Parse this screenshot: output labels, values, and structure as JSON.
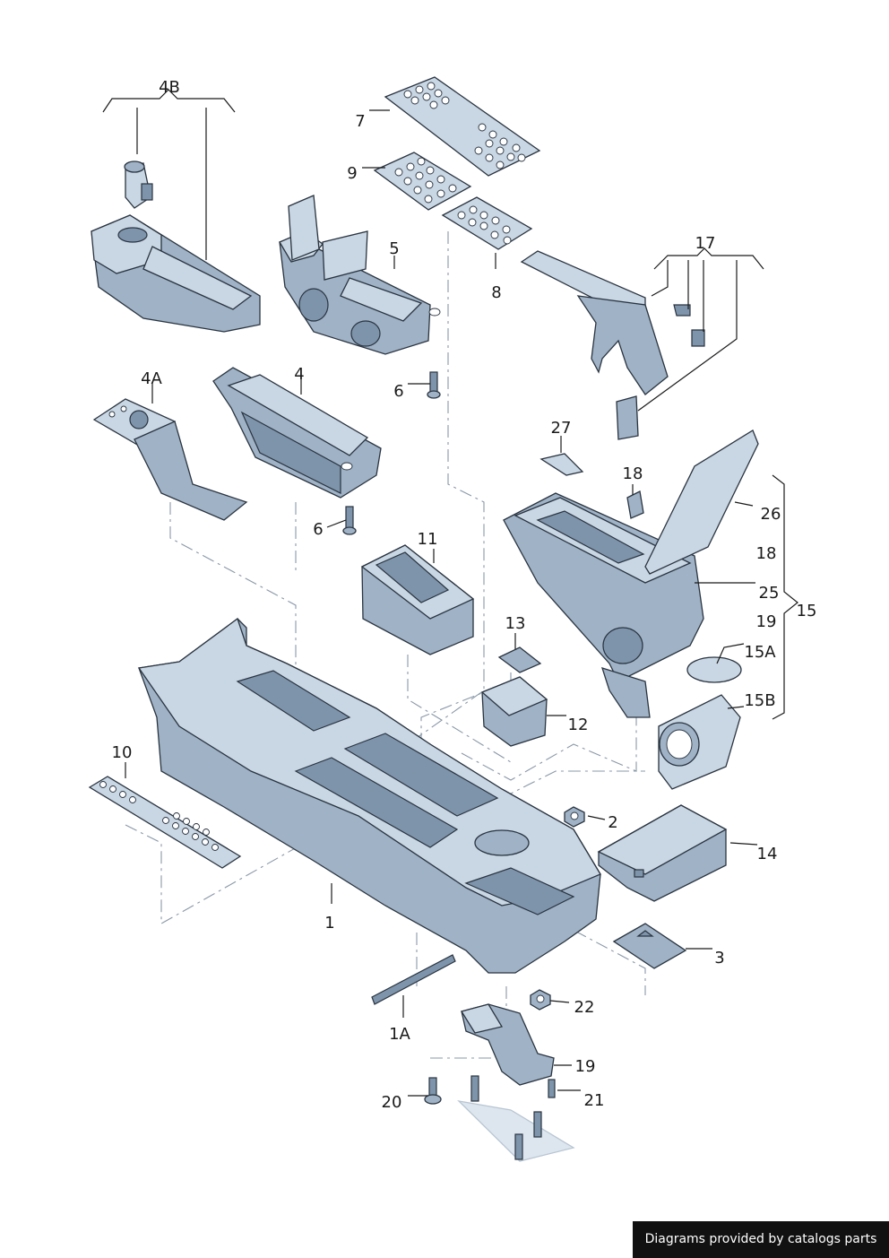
{
  "diagram": {
    "labels": {
      "l1": "1",
      "l1A": "1A",
      "l2": "2",
      "l3": "3",
      "l4": "4",
      "l4A": "4A",
      "l4B": "4B",
      "l5": "5",
      "l6a": "6",
      "l6b": "6",
      "l7": "7",
      "l8": "8",
      "l9": "9",
      "l10": "10",
      "l11": "11",
      "l12": "12",
      "l13": "13",
      "l14": "14",
      "l15": "15",
      "l15A": "15A",
      "l15B": "15B",
      "l17": "17",
      "l18a": "18",
      "l18b": "18",
      "l19a": "19",
      "l19b": "19",
      "l20": "20",
      "l21": "21",
      "l22": "22",
      "l25": "25",
      "l26": "26",
      "l27": "27"
    }
  },
  "footer": {
    "text": "Diagrams provided by catalogs parts"
  },
  "colors": {
    "part_fill": "#c9d6e3",
    "part_shadow": "#9fb2c6",
    "outline": "#2a3440",
    "footer_bg": "#111111"
  }
}
